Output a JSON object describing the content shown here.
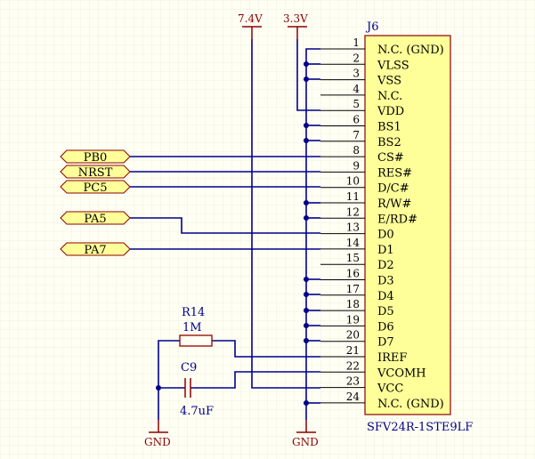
{
  "connector": {
    "designator": "J6",
    "part_number": "SFV24R-1STE9LF",
    "body_color": "#ffff99",
    "pins": [
      {
        "num": "1",
        "name": "N.C. (GND)"
      },
      {
        "num": "2",
        "name": "VLSS"
      },
      {
        "num": "3",
        "name": "VSS"
      },
      {
        "num": "4",
        "name": "N.C."
      },
      {
        "num": "5",
        "name": "VDD"
      },
      {
        "num": "6",
        "name": "BS1"
      },
      {
        "num": "7",
        "name": "BS2"
      },
      {
        "num": "8",
        "name": "CS#"
      },
      {
        "num": "9",
        "name": "RES#"
      },
      {
        "num": "10",
        "name": "D/C#"
      },
      {
        "num": "11",
        "name": "R/W#"
      },
      {
        "num": "12",
        "name": "E/RD#"
      },
      {
        "num": "13",
        "name": "D0"
      },
      {
        "num": "14",
        "name": "D1"
      },
      {
        "num": "15",
        "name": "D2"
      },
      {
        "num": "16",
        "name": "D3"
      },
      {
        "num": "17",
        "name": "D4"
      },
      {
        "num": "18",
        "name": "D5"
      },
      {
        "num": "19",
        "name": "D6"
      },
      {
        "num": "20",
        "name": "D7"
      },
      {
        "num": "21",
        "name": "IREF"
      },
      {
        "num": "22",
        "name": "VCOMH"
      },
      {
        "num": "23",
        "name": "VCC"
      },
      {
        "num": "24",
        "name": "N.C. (GND)"
      }
    ]
  },
  "net_ports": [
    "PB0",
    "NRST",
    "PC5",
    "PA5",
    "PA7"
  ],
  "power": {
    "v74": "7.4V",
    "v33": "3.3V",
    "gnd_left": "GND",
    "gnd_center": "GND"
  },
  "resistor": {
    "designator": "R14",
    "value": "1M"
  },
  "capacitor": {
    "designator": "C9",
    "value": "4.7uF"
  },
  "colors": {
    "wire": "#00008b",
    "power": "#8b0000",
    "port_fill": "#ffff99"
  }
}
